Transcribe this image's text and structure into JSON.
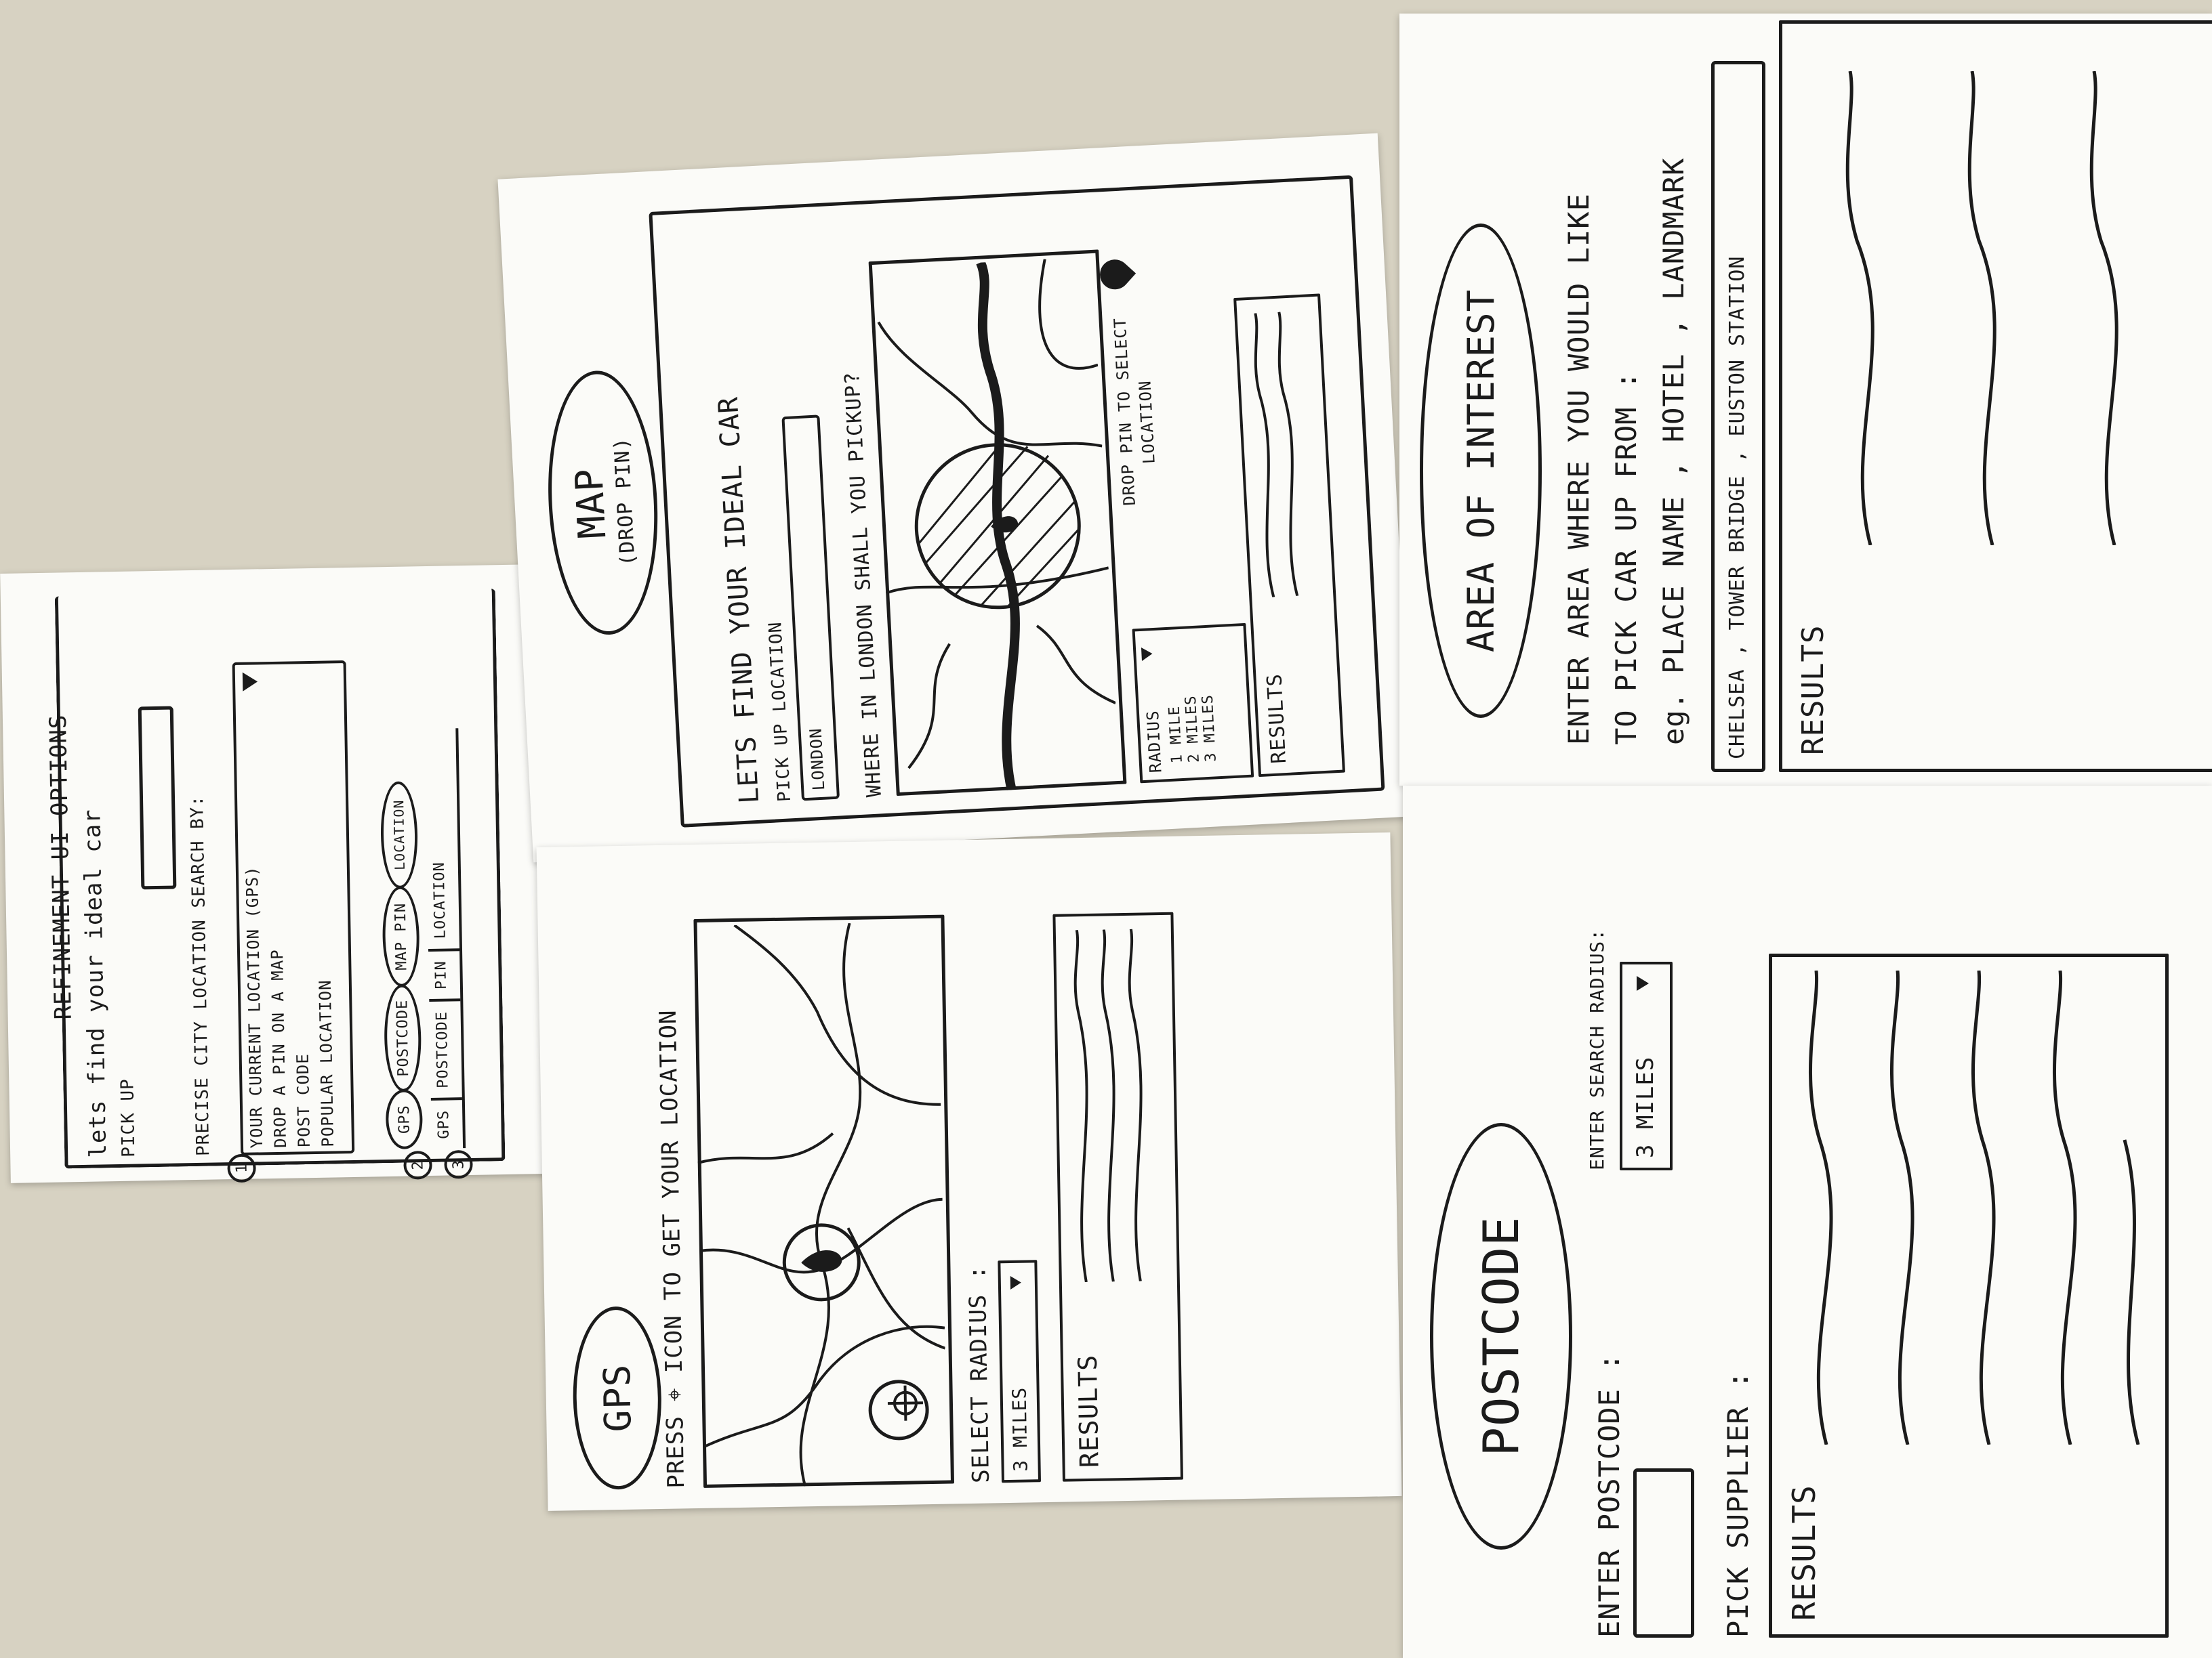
{
  "photo": {
    "background_color": "#d7d2c2",
    "paper_color": "#fbfbf8",
    "ink_color": "#1b1b1b"
  },
  "refinement": {
    "title": "REFINEMENT UI OPTIONS",
    "heading": "lets find your ideal car",
    "pick_up": "PICK UP",
    "section1_number": "1",
    "section1_label": "PRECISE CITY LOCATION SEARCH BY:",
    "options": [
      "YOUR CURRENT LOCATION (GPS)",
      "DROP A PIN ON A MAP",
      "POST CODE",
      "POPULAR LOCATION"
    ],
    "section2_number": "2",
    "section2_buttons": [
      "GPS",
      "POSTCODE",
      "MAP PIN",
      "LOCATION"
    ],
    "section3_number": "3",
    "section3_tabs": [
      "GPS",
      "POSTCODE",
      "PIN",
      "LOCATION"
    ]
  },
  "map_pin": {
    "title": "MAP",
    "subtitle": "(DROP PIN)",
    "heading": "LETS FIND YOUR IDEAL CAR",
    "pickup_label": "PICK UP LOCATION",
    "pickup_value": "LONDON",
    "question": "WHERE IN LONDON SHALL YOU PICKUP?",
    "hint_line1": "DROP PIN TO SELECT",
    "hint_line2": "LOCATION",
    "radius_label": "RADIUS",
    "radius_options": [
      "1 MILE",
      "2 MILES",
      "3 MILES"
    ],
    "results_label": "RESULTS"
  },
  "area_of_interest": {
    "title": "AREA OF INTEREST",
    "line1": "ENTER AREA WHERE YOU WOULD LIKE",
    "line2": "TO PICK CAR UP FROM :",
    "line3": "eg. PLACE NAME , HOTEL , LANDMARK",
    "input_value": "CHELSEA , TOWER BRIDGE , EUSTON STATION",
    "results_label": "RESULTS"
  },
  "gps": {
    "title": "GPS",
    "instruction": "PRESS ⌖ ICON TO GET YOUR LOCATION",
    "radius_label": "SELECT RADIUS :",
    "radius_value": "3 MILES",
    "results_label": "RESULTS"
  },
  "postcode": {
    "title": "POSTCODE",
    "enter_postcode": "ENTER POSTCODE :",
    "radius_label": "ENTER SEARCH RADIUS:",
    "radius_value": "3 MILES",
    "pick_supplier": "PICK SUPPLIER :",
    "results_label": "RESULTS"
  }
}
